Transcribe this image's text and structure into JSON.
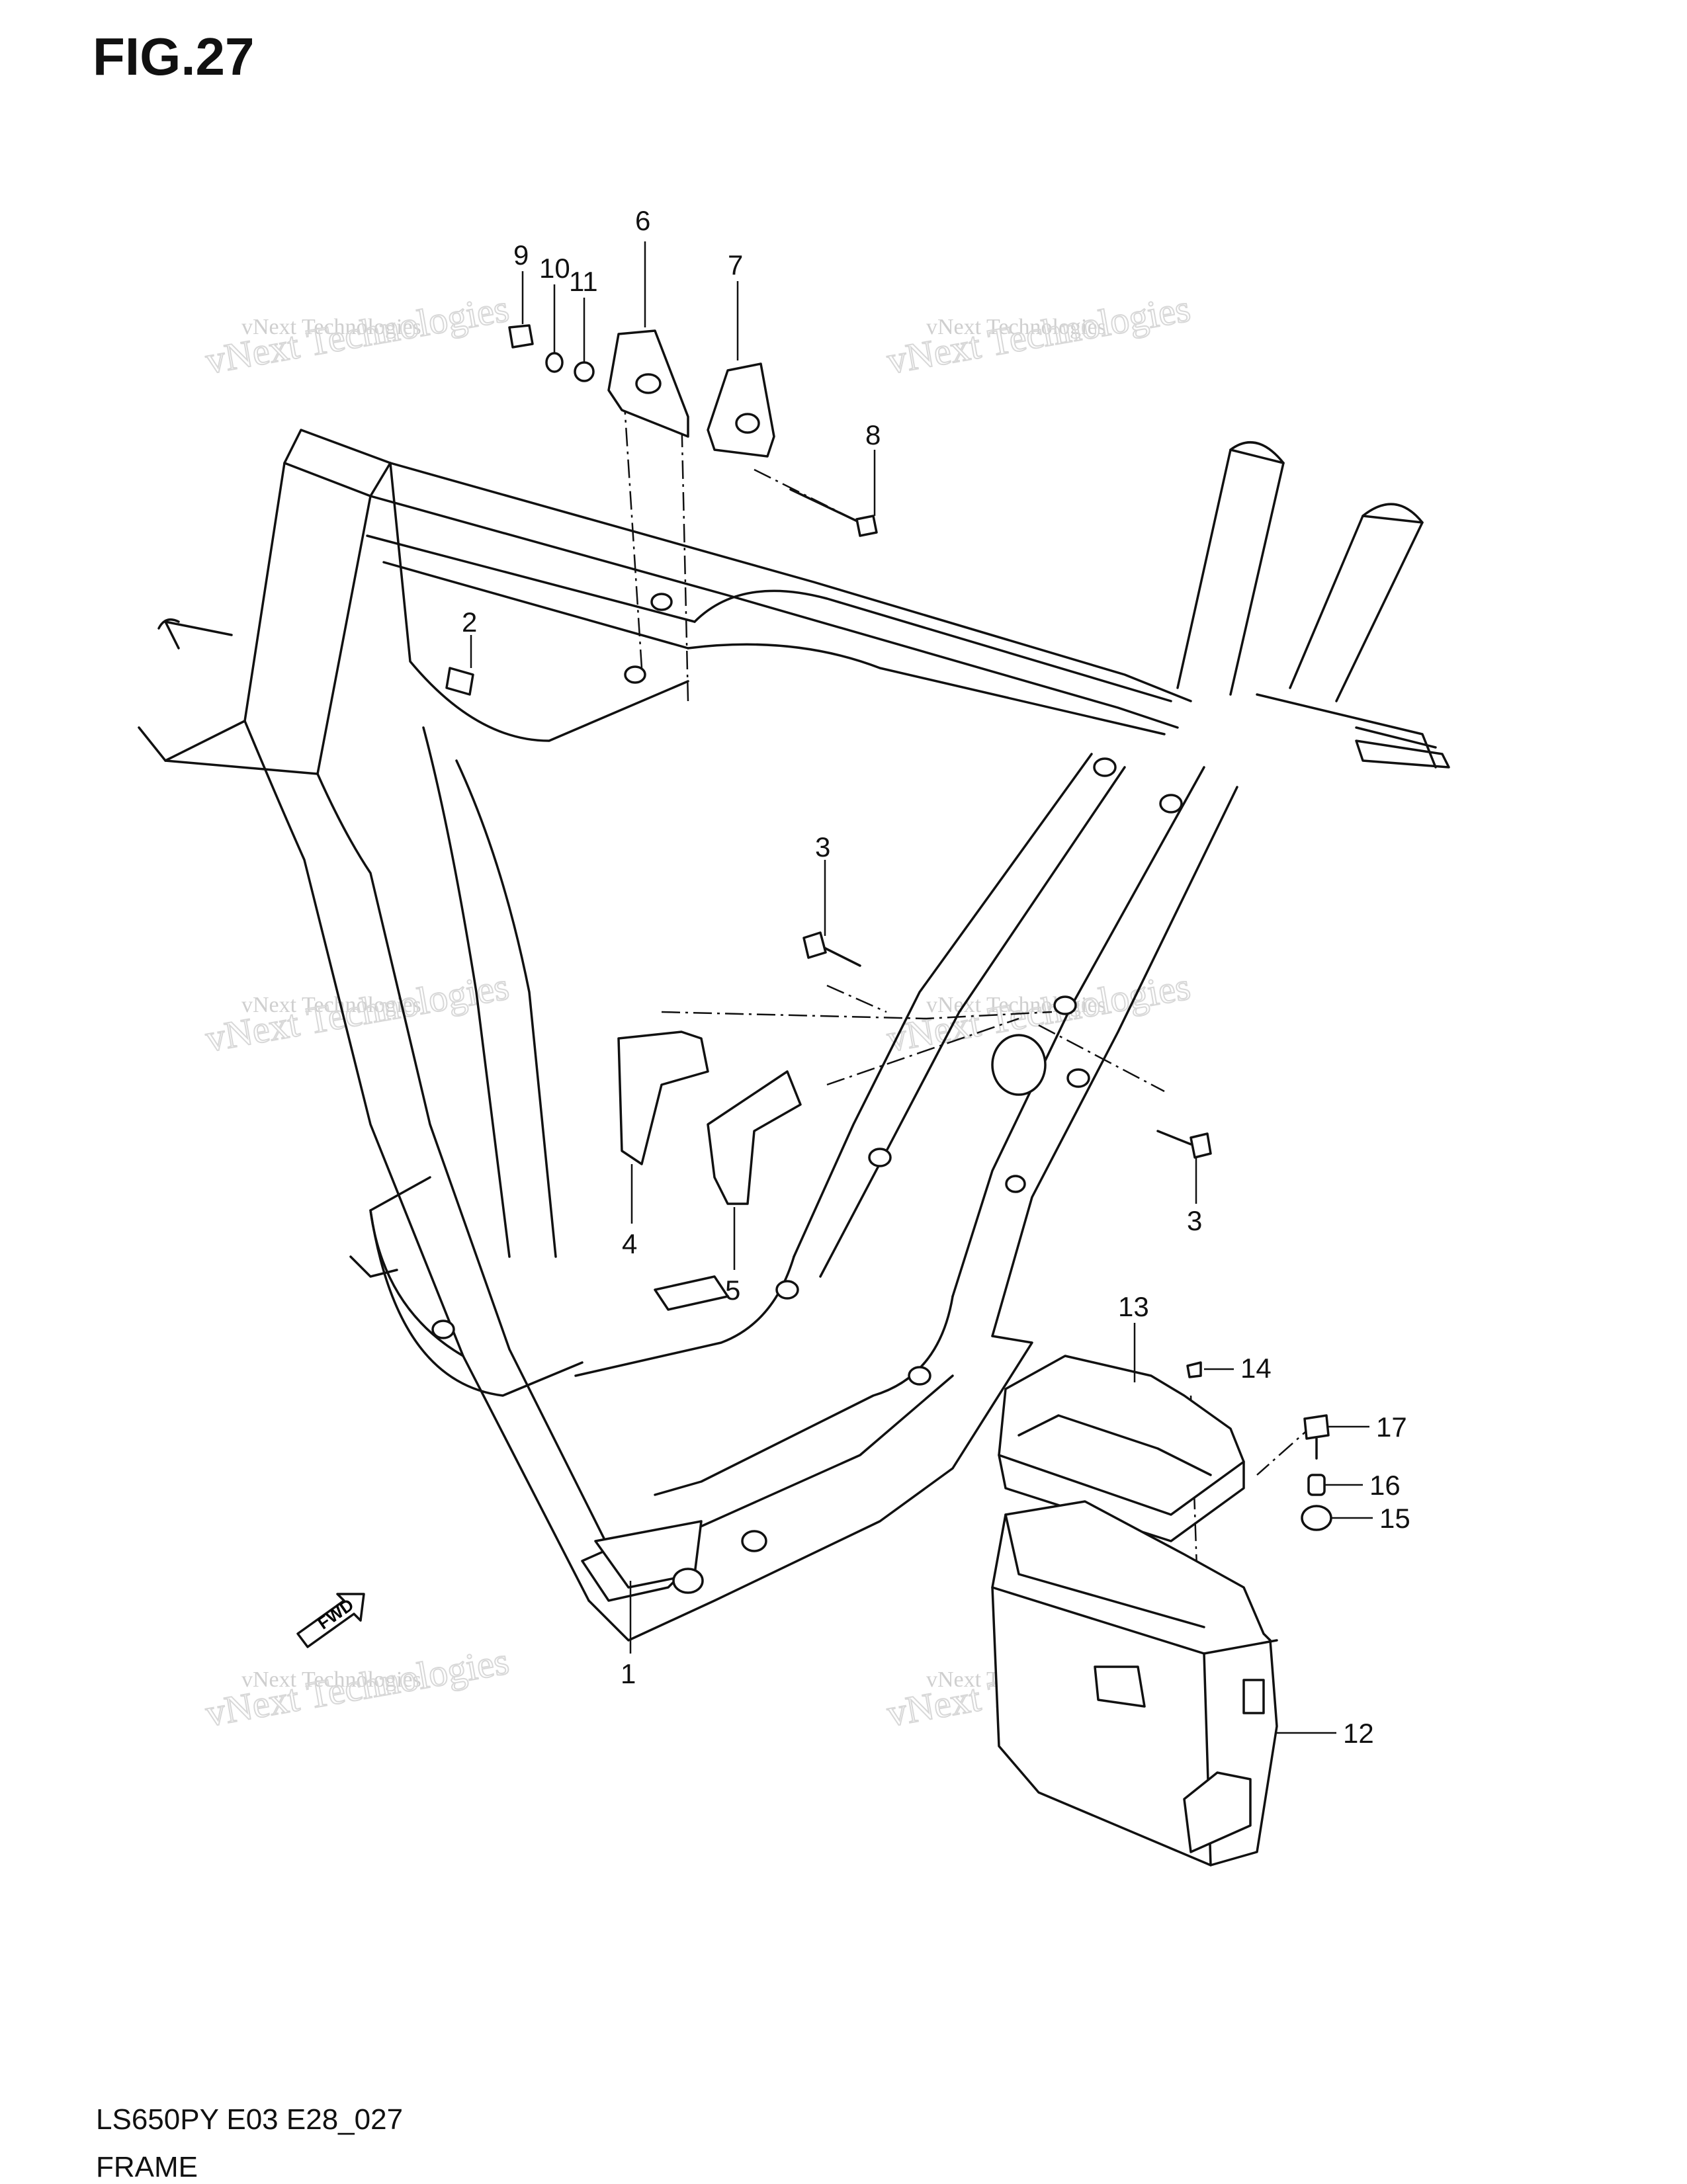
{
  "figure": {
    "title": "FIG.27",
    "model_code": "LS650PY E03 E28_027",
    "section_name": "FRAME"
  },
  "watermark": {
    "line1": "vNext Technologies",
    "line2": "vNext Technologies"
  },
  "callouts": [
    {
      "id": "c1",
      "label": "1"
    },
    {
      "id": "c2",
      "label": "2"
    },
    {
      "id": "c3a",
      "label": "3"
    },
    {
      "id": "c3b",
      "label": "3"
    },
    {
      "id": "c4",
      "label": "4"
    },
    {
      "id": "c5",
      "label": "5"
    },
    {
      "id": "c6",
      "label": "6"
    },
    {
      "id": "c7",
      "label": "7"
    },
    {
      "id": "c8",
      "label": "8"
    },
    {
      "id": "c9",
      "label": "9"
    },
    {
      "id": "c10",
      "label": "10"
    },
    {
      "id": "c11",
      "label": "11"
    },
    {
      "id": "c12",
      "label": "12"
    },
    {
      "id": "c13",
      "label": "13"
    },
    {
      "id": "c14",
      "label": "14"
    },
    {
      "id": "c15",
      "label": "15"
    },
    {
      "id": "c16",
      "label": "16"
    },
    {
      "id": "c17",
      "label": "17"
    }
  ],
  "direction_badge": "FWD"
}
